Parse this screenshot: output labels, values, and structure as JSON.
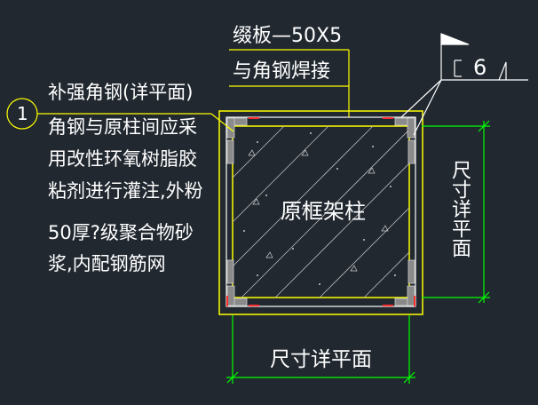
{
  "callout_number": "1",
  "note_lines": [
    "补强角钢(详平面)",
    "角钢与原柱间应采",
    "用改性环氧树脂胶",
    "粘剂进行灌注,外粉",
    "50厚?级聚合物砂",
    "浆,内配钢筋网"
  ],
  "strap_note": {
    "line1": "缀板—50X5",
    "line2": "与角钢焊接"
  },
  "column_label": "原框架柱",
  "weld_size": "6",
  "dimensions": {
    "horizontal": "尺寸详平面",
    "vertical": "尺寸详平面"
  },
  "colors": {
    "background": "#212830",
    "text": "#ffffff",
    "leader": "#ffff00",
    "dimension": "#00ff00",
    "concrete_edge": "#ffff00",
    "angle_steel": "#ff3030",
    "hatch": "#b0b0b0"
  }
}
